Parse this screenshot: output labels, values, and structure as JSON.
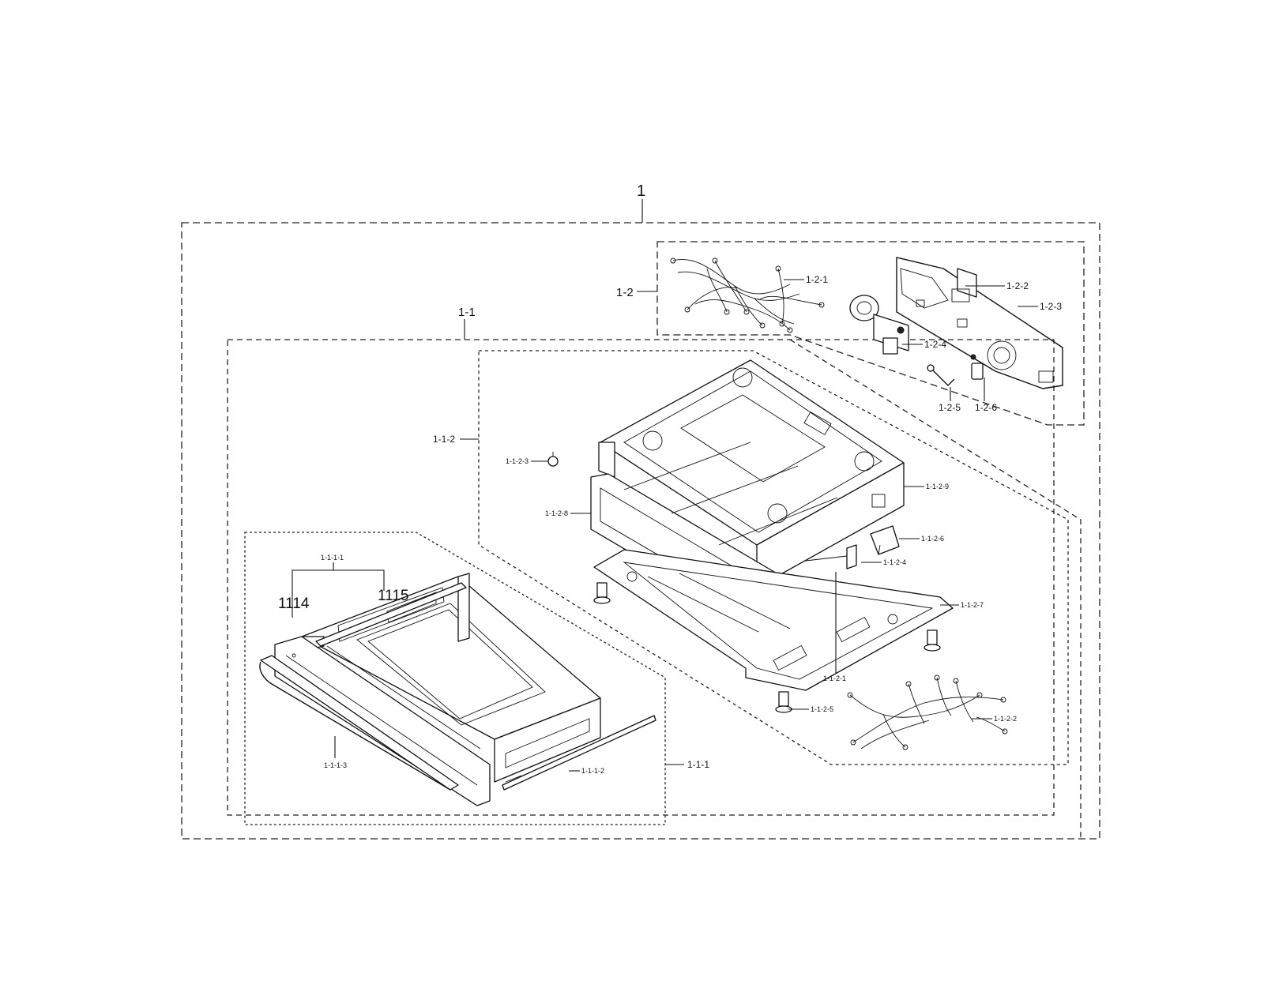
{
  "diagram": {
    "labels": {
      "l1": "1",
      "l1_1": "1-1",
      "l1_2": "1-2",
      "l1_2_1": "1-2-1",
      "l1_2_2": "1-2-2",
      "l1_2_3": "1-2-3",
      "l1_2_4": "1-2-4",
      "l1_2_5": "1-2-5",
      "l1_2_6": "1-2-6",
      "l1_1_2": "1-1-2",
      "l1_1_2_1": "1-1-2-1",
      "l1_1_2_2": "1-1-2-2",
      "l1_1_2_3": "1-1-2-3",
      "l1_1_2_4": "1-1-2-4",
      "l1_1_2_5": "1-1-2-5",
      "l1_1_2_6": "1-1-2-6",
      "l1_1_2_7": "1-1-2-7",
      "l1_1_2_8": "1-1-2-8",
      "l1_1_2_9": "1-1-2-9",
      "l1_1_1": "1-1-1",
      "l1_1_1_1": "1-1-1-1",
      "l1_1_1_2": "1-1-1-2",
      "l1_1_1_3": "1-1-1-3",
      "l1114": "1114",
      "l1115": "1115"
    }
  }
}
